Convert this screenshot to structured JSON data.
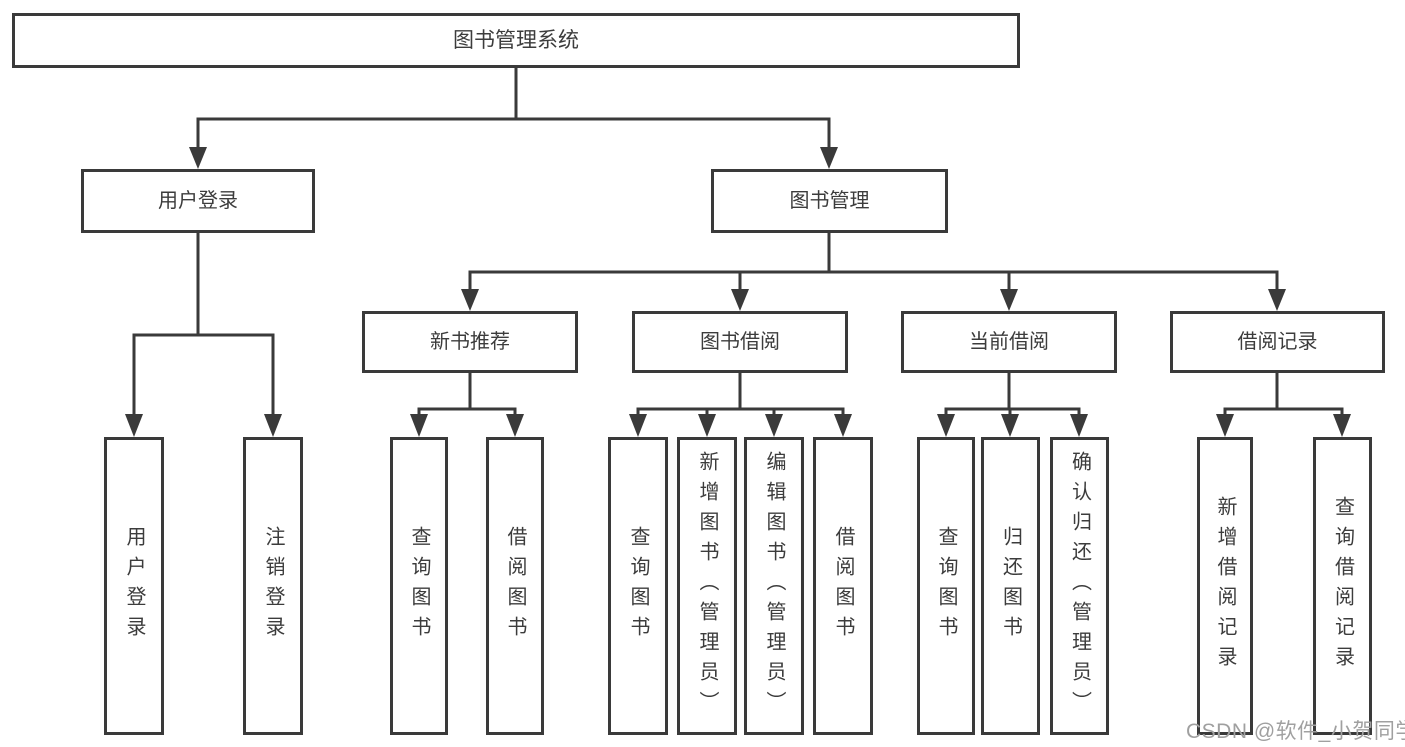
{
  "tree": {
    "root": {
      "label": "图书管理系统"
    },
    "branches": [
      {
        "label": "用户登录",
        "children": [
          "用户登录",
          "注销登录"
        ]
      },
      {
        "label": "图书管理",
        "sections": [
          {
            "label": "新书推荐",
            "children": [
              "查询图书",
              "借阅图书"
            ]
          },
          {
            "label": "图书借阅",
            "children": [
              "查询图书",
              "新增图书（管理员）",
              "编辑图书（管理员）",
              "借阅图书"
            ]
          },
          {
            "label": "当前借阅",
            "children": [
              "查询图书",
              "归还图书",
              "确认归还（管理员）"
            ]
          },
          {
            "label": "借阅记录",
            "children": [
              "新增借阅记录",
              "查询借阅记录"
            ]
          }
        ]
      }
    ]
  },
  "watermark": {
    "text": "CSDN @软件_小贺同学"
  },
  "colors": {
    "line": "#3a3a3a",
    "text": "#3c3c3c",
    "background": "#ffffff",
    "watermark": "#a0a0a0"
  }
}
